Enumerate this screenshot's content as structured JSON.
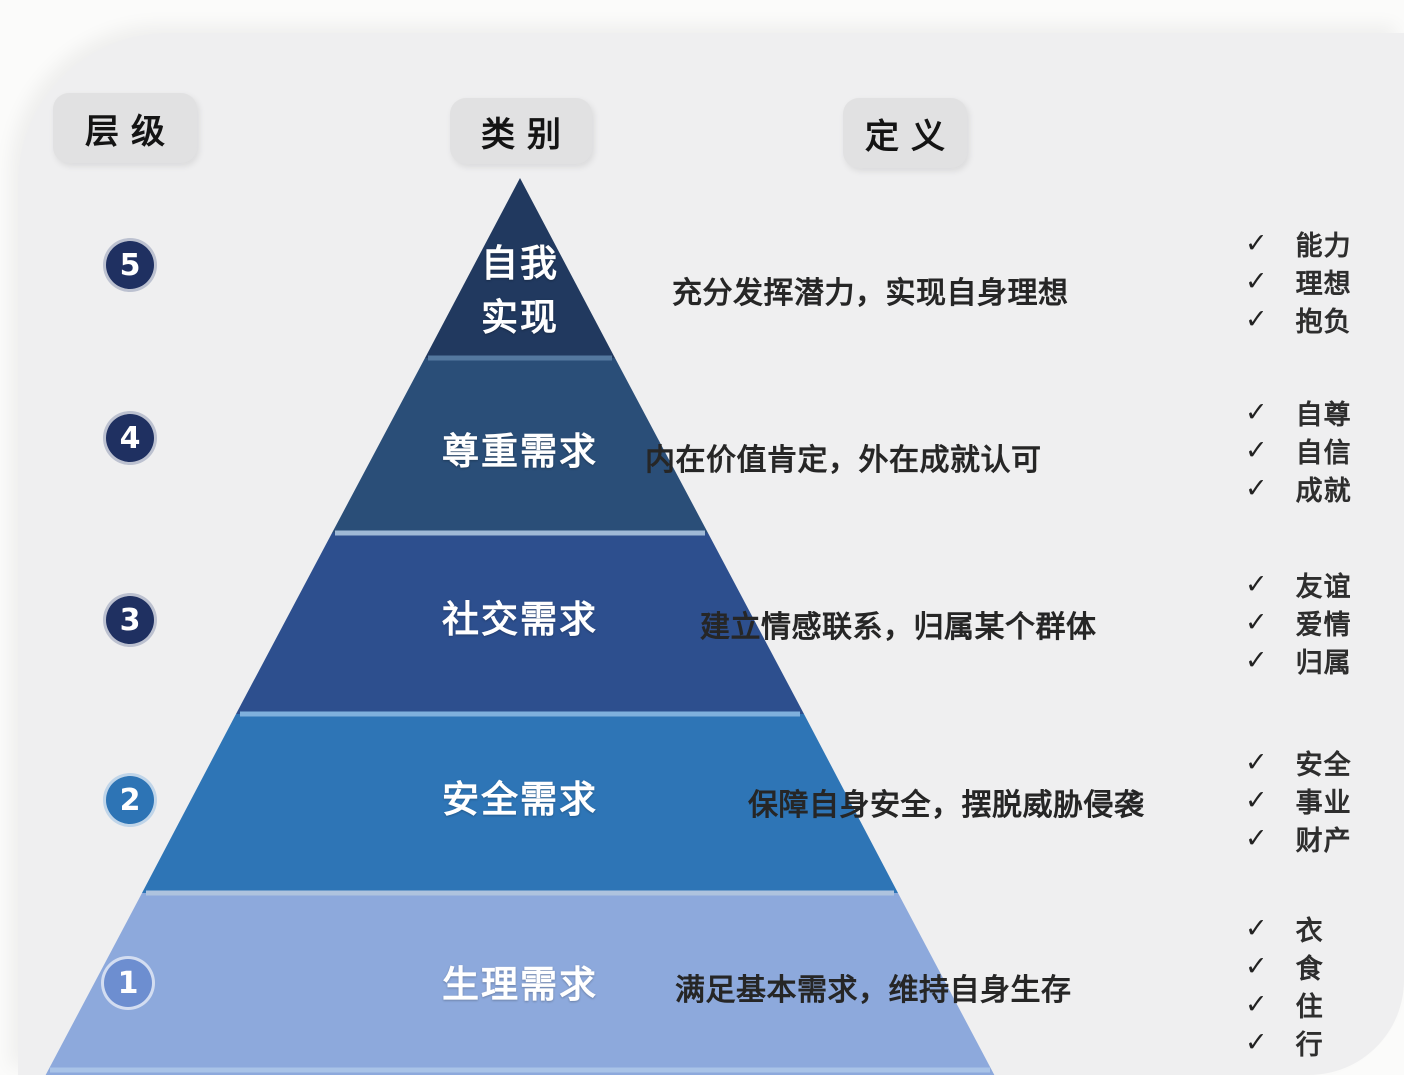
{
  "headers": {
    "level": "层级",
    "category": "类别",
    "definition": "定义"
  },
  "check_icon": "✓",
  "levels": [
    {
      "num": "5",
      "category": "自我\n实现",
      "definition": "充分发挥潜力，实现自身理想",
      "keywords": [
        "能力",
        "理想",
        "抱负"
      ],
      "band_color": "#21395f",
      "badge_color": "#1f3061"
    },
    {
      "num": "4",
      "category": "尊重需求",
      "definition": "内在价值肯定，外在成就认可",
      "keywords": [
        "自尊",
        "自信",
        "成就"
      ],
      "band_color": "#2a4e78",
      "badge_color": "#1f3061"
    },
    {
      "num": "3",
      "category": "社交需求",
      "definition": "建立情感联系，归属某个群体",
      "keywords": [
        "友谊",
        "爱情",
        "归属"
      ],
      "band_color": "#2d4f8e",
      "badge_color": "#1f3061"
    },
    {
      "num": "2",
      "category": "安全需求",
      "definition": "保障自身安全，摆脱威胁侵袭",
      "keywords": [
        "安全",
        "事业",
        "财产"
      ],
      "band_color": "#2e75b6",
      "badge_color": "#2d74b5"
    },
    {
      "num": "1",
      "category": "生理需求",
      "definition": "满足基本需求，维持自身生存",
      "keywords": [
        "衣",
        "食",
        "住",
        "行"
      ],
      "band_color": "#8da9dc",
      "badge_color": "#6d8ed0"
    }
  ],
  "separator_colors": [
    "#54789f",
    "#9fb9d6",
    "#7fb0dc",
    "#aec3de"
  ],
  "bottom_line_color": "#a9c3e7",
  "card_color": "#efeff0",
  "page_color": "#fbfbfa"
}
